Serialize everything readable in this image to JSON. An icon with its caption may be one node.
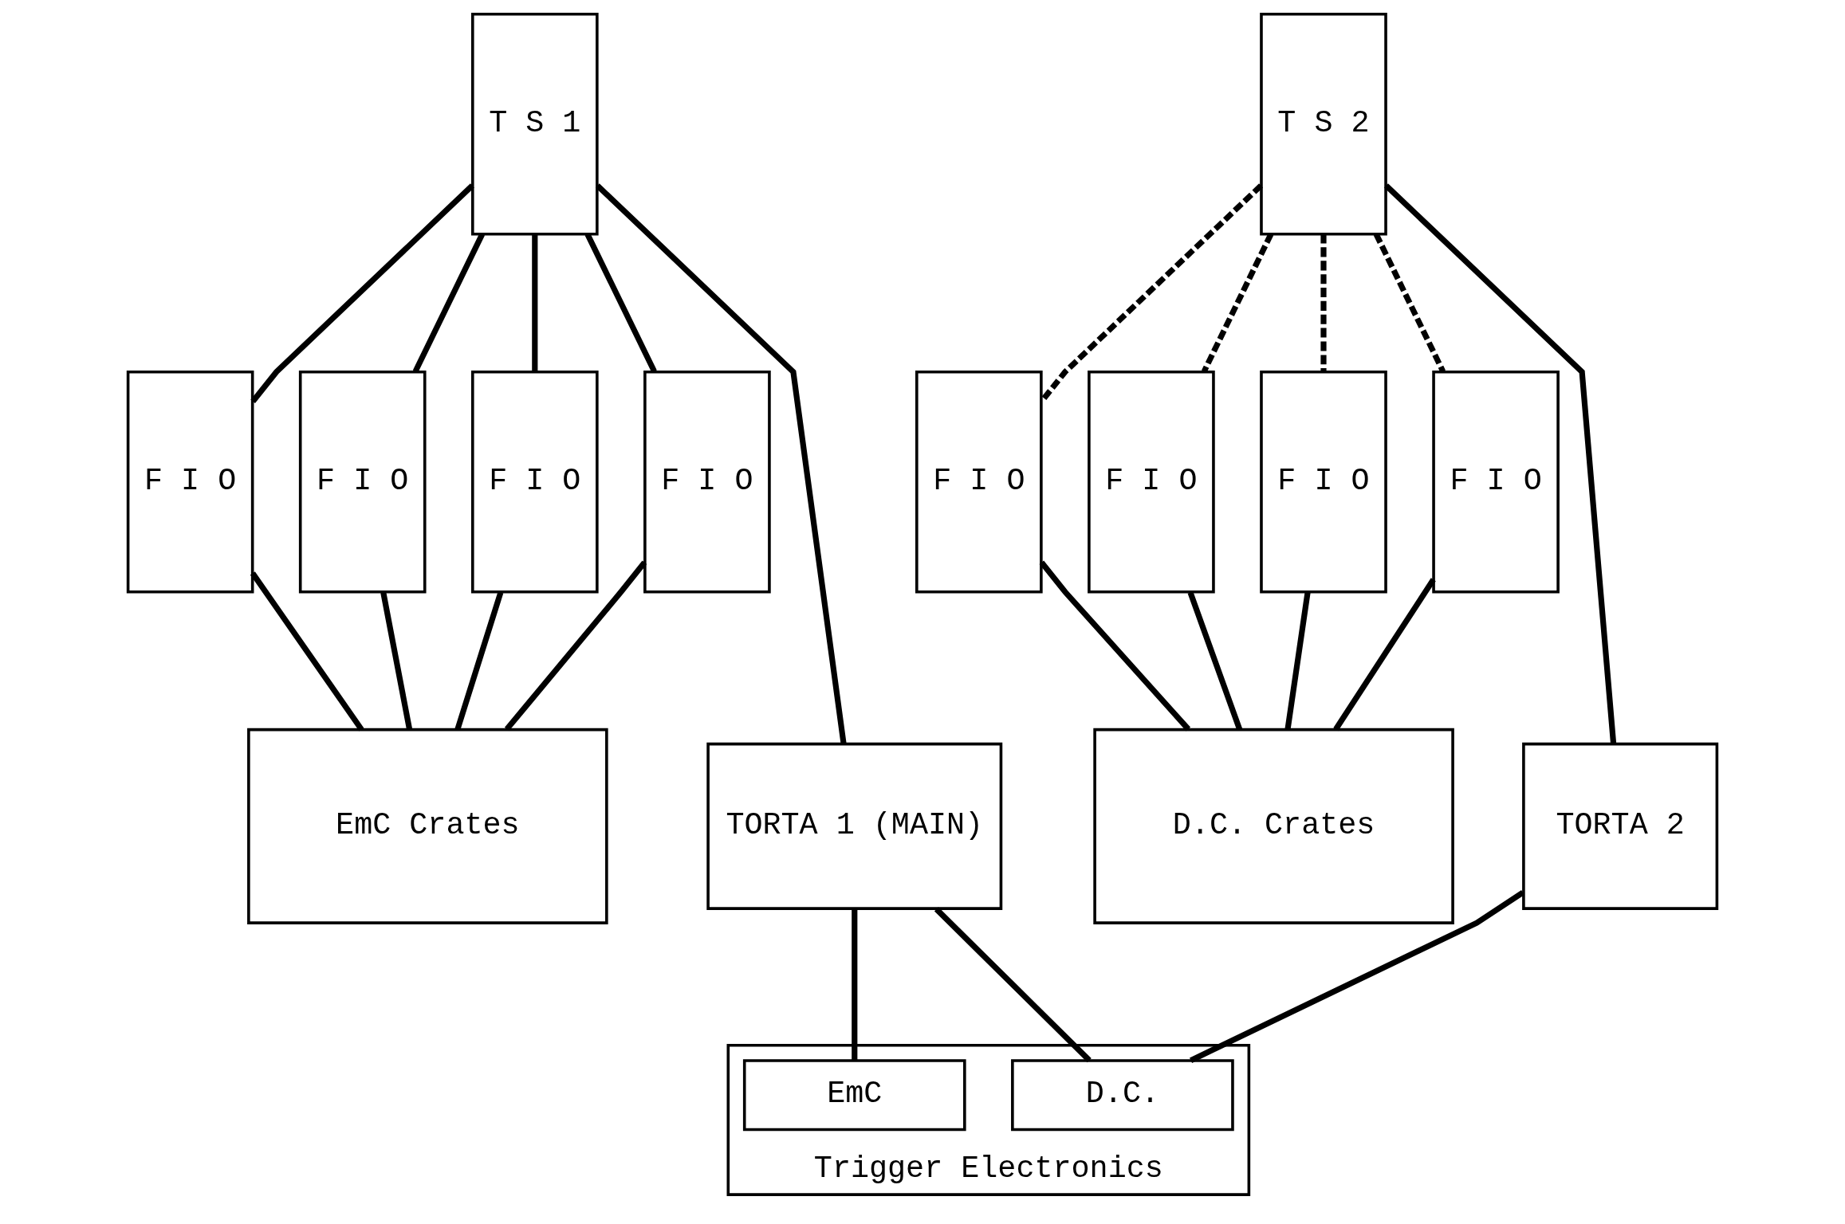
{
  "diagram": {
    "nodes": [
      {
        "text": [
          "T S 1"
        ]
      },
      {
        "text": [
          "T S 2"
        ]
      },
      {
        "text": [
          "F I O"
        ]
      },
      {
        "text": [
          "F I O"
        ]
      },
      {
        "text": [
          "F I O"
        ]
      },
      {
        "text": [
          "F I O"
        ]
      },
      {
        "text": [
          "F I O"
        ]
      },
      {
        "text": [
          "F I O"
        ]
      },
      {
        "text": [
          "F I O"
        ]
      },
      {
        "text": [
          "F I O"
        ]
      },
      {
        "text": [
          "TORTA 1 (MAIN)"
        ]
      },
      {
        "text": [
          "TORTA 2"
        ]
      },
      {
        "text": [
          "EmC Crates"
        ]
      },
      {
        "text": [
          "D.C. Crates"
        ]
      },
      {
        "text": [
          "Trigger Electronics"
        ]
      },
      {
        "text": [
          "EmC"
        ],
        "in": 14
      },
      {
        "text": [
          "D.C."
        ],
        "in": 14
      }
    ],
    "edges": [
      {
        "from": 0,
        "to": 2,
        "arrow": "none"
      },
      {
        "from": 0,
        "to": 3,
        "arrow": "none"
      },
      {
        "from": 0,
        "to": 4,
        "arrow": "none"
      },
      {
        "from": 0,
        "to": 5,
        "arrow": "none"
      },
      {
        "from": 1,
        "to": 6,
        "arrow": "none",
        "style": "dashed"
      },
      {
        "from": 1,
        "to": 7,
        "arrow": "none",
        "style": "dashed"
      },
      {
        "from": 1,
        "to": 8,
        "arrow": "none",
        "style": "dashed"
      },
      {
        "from": 1,
        "to": 9,
        "arrow": "none",
        "style": "dashed"
      },
      {
        "from": 0,
        "to": 10,
        "arrow": "none"
      },
      {
        "from": 1,
        "to": 11,
        "arrow": "none"
      },
      {
        "from": 2,
        "to": 12,
        "arrow": "none"
      },
      {
        "from": 3,
        "to": 12,
        "arrow": "none"
      },
      {
        "from": 4,
        "to": 12,
        "arrow": "none"
      },
      {
        "from": 5,
        "to": 12,
        "arrow": "none"
      },
      {
        "from": 6,
        "to": 13,
        "arrow": "none"
      },
      {
        "from": 7,
        "to": 13,
        "arrow": "none"
      },
      {
        "from": 8,
        "to": 13,
        "arrow": "none"
      },
      {
        "from": 9,
        "to": 13,
        "arrow": "none"
      },
      {
        "from": 10,
        "to": 15,
        "arrow": "none"
      },
      {
        "from": 11,
        "to": 16,
        "arrow": "none"
      },
      {
        "from": 10,
        "to": 16,
        "arrow": "none"
      }
    ]
  }
}
